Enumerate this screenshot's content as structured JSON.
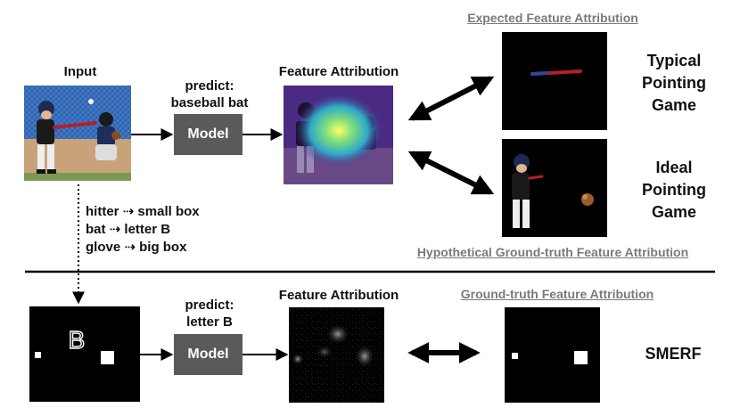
{
  "top": {
    "input_label": "Input",
    "predict_label": "predict:",
    "predict_value": "baseball bat",
    "model_label": "Model",
    "feature_attribution_label": "Feature Attribution",
    "expected_label": "Expected Feature Attribution",
    "typical_label": [
      "Typical",
      "Pointing",
      "Game"
    ],
    "ideal_label": [
      "Ideal",
      "Pointing",
      "Game"
    ],
    "hypothetical_label": "Hypothetical Ground-truth Feature Attribution"
  },
  "mapping": [
    {
      "from": "hitter",
      "arrow": "⇢",
      "to": "small box"
    },
    {
      "from": "bat",
      "arrow": "⇢",
      "to": "letter B"
    },
    {
      "from": "glove",
      "arrow": "⇢",
      "to": "big box"
    }
  ],
  "bottom": {
    "letter": "B",
    "predict_label": "predict:",
    "predict_value": "letter B",
    "model_label": "Model",
    "feature_attribution_label": "Feature Attribution",
    "ground_truth_label": "Ground-truth Feature Attribution",
    "smerf_label": "SMERF"
  },
  "colors": {
    "model_box": "#5a5a5a",
    "underline_text": "#7a7a7a",
    "heat_center": "#ffff66"
  }
}
